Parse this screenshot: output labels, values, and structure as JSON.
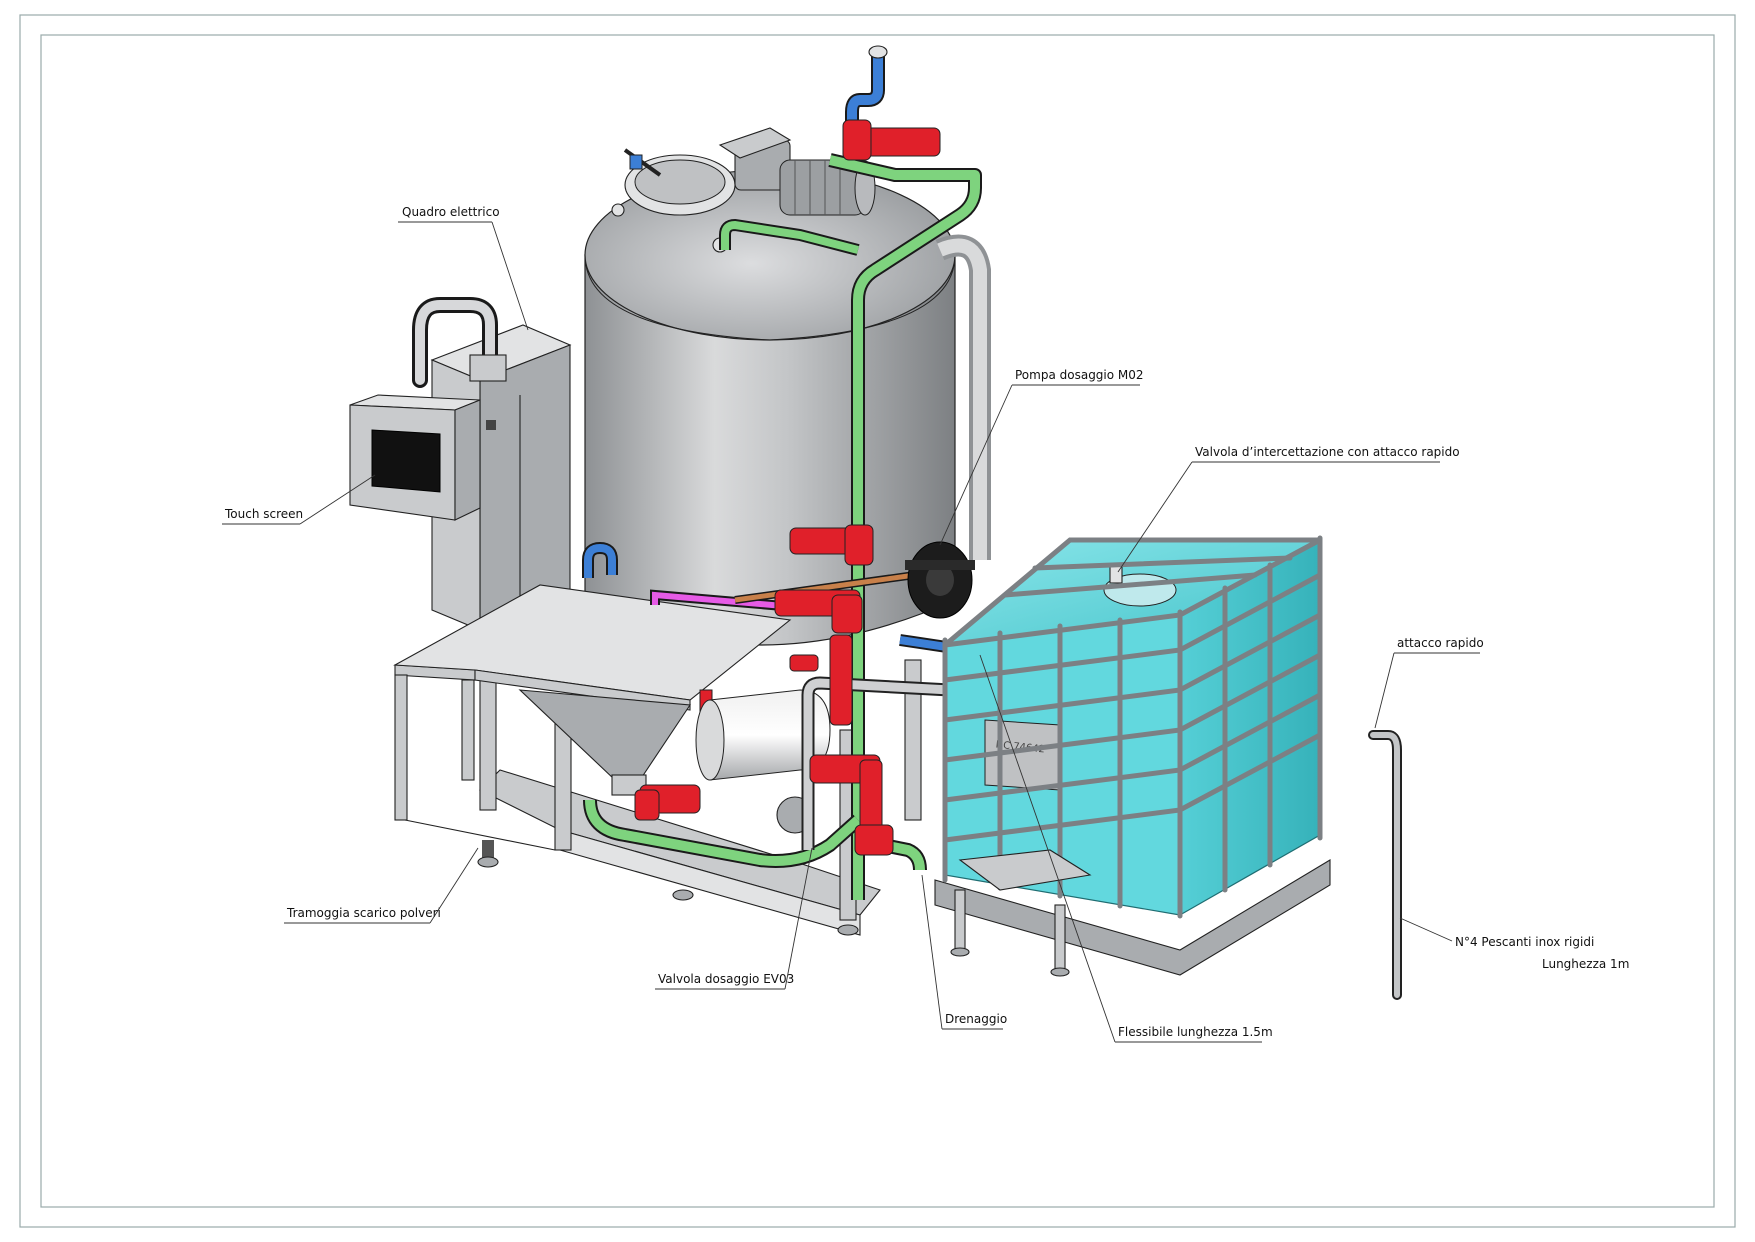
{
  "colors": {
    "pipe_green": "#7ed37e",
    "pipe_blue": "#3c7fd6",
    "pipe_magenta": "#e65be6",
    "pipe_copper": "#c8804a",
    "valve_red": "#e0202a",
    "tank_cyan": "#5fd6dc",
    "steel": "#c9cbcd"
  },
  "tank_plate": "NC 74642",
  "callouts": {
    "quadro_elettrico": "Quadro elettrico",
    "touch_screen": "Touch screen",
    "pompa_dosaggio": "Pompa dosaggio M02",
    "valvola_intercettazione": "Valvola d’intercettazione con attacco rapido",
    "attacco_rapido": "attacco rapido",
    "pescanti_line1": "N°4 Pescanti inox rigidi",
    "pescanti_line2": "Lunghezza 1m",
    "tramoggia": "Tramoggia scarico polveri",
    "valvola_dosaggio": "Valvola dosaggio EV03",
    "drenaggio": "Drenaggio",
    "flessibile": "Flessibile lunghezza 1.5m"
  }
}
